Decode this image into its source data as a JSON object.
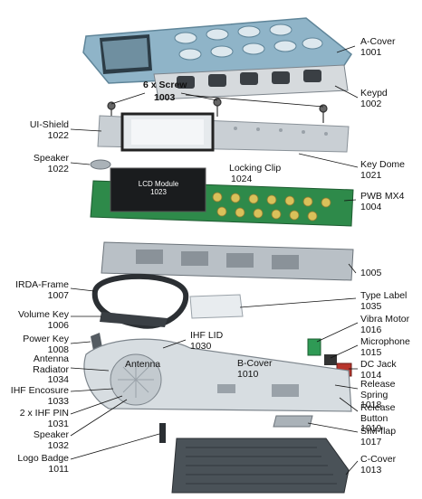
{
  "diagram": {
    "parts": {
      "a_cover": {
        "name": "A-Cover",
        "code": "1001"
      },
      "keypad": {
        "name": "Keypd",
        "code": "1002"
      },
      "screws": {
        "name": "6 x Screw",
        "code": "1003"
      },
      "ui_shield": {
        "name": "UI-Shield",
        "code": "1022"
      },
      "speaker_top": {
        "name": "Speaker",
        "code": "1022"
      },
      "lcd_module": {
        "name": "LCD Module",
        "code": "1023"
      },
      "locking_clip": {
        "name": "Locking Clip",
        "code": "1024"
      },
      "key_dome": {
        "name": "Key Dome",
        "code": "1021"
      },
      "pwb": {
        "name": "PWB MX4",
        "code": "1004"
      },
      "frame": {
        "name": "",
        "code": "1005"
      },
      "irda_frame": {
        "name": "IRDA-Frame",
        "code": "1007"
      },
      "type_label": {
        "name": "Type Label",
        "code": "1035"
      },
      "volume_key": {
        "name": "Volume Key",
        "code": "1006"
      },
      "vibra_motor": {
        "name": "Vibra Motor",
        "code": "1016"
      },
      "power_key": {
        "name": "Power Key",
        "code": "1008"
      },
      "ihf_lid": {
        "name": "IHF LID",
        "code": "1030"
      },
      "microphone": {
        "name": "Microphone",
        "code": "1015"
      },
      "antenna_inner": {
        "name": "Antenna",
        "code": ""
      },
      "antenna_rad": {
        "name": "Antenna Radiator",
        "code": "1034"
      },
      "b_cover": {
        "name": "B-Cover",
        "code": "1010"
      },
      "dc_jack": {
        "name": "DC Jack",
        "code": "1014"
      },
      "ihf_encl": {
        "name": "IHF Encosure",
        "code": "1033"
      },
      "rel_spring": {
        "name": "Release Spring",
        "code": "1018"
      },
      "ihf_pin": {
        "name": "2 x IHF PIN",
        "code": "1031"
      },
      "rel_button": {
        "name": "Release Button",
        "code": "1019"
      },
      "speaker_bot": {
        "name": "Speaker",
        "code": "1032"
      },
      "sim_flap": {
        "name": "SIM-flap",
        "code": "1017"
      },
      "logo_badge": {
        "name": "Logo Badge",
        "code": "1011"
      },
      "c_cover": {
        "name": "C-Cover",
        "code": "1013"
      }
    },
    "colors": {
      "cover_blue": "#8fb4c8",
      "cover_shadow": "#5f8599",
      "pcb_green": "#2e8a4a",
      "metal": "#b9c0c6",
      "dark": "#2b2f33",
      "c_cover": "#4a5258"
    }
  }
}
